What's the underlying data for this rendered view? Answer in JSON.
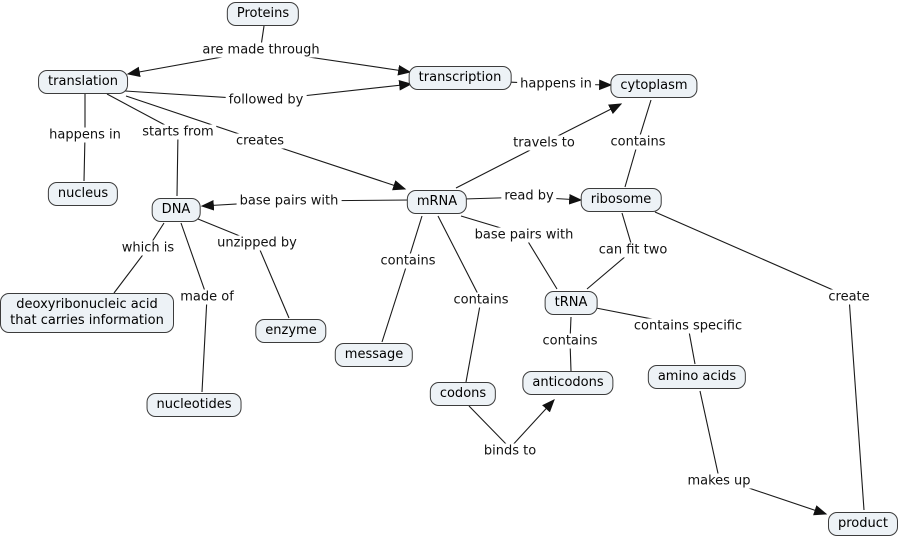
{
  "diagram": {
    "type": "concept-map",
    "colors": {
      "node_fill": "#edf2f6",
      "node_border": "#3c3c3c",
      "line": "#1a1a1a",
      "background": "#ffffff"
    },
    "nodes": [
      {
        "id": "proteins",
        "label": "Proteins"
      },
      {
        "id": "translation",
        "label": "translation"
      },
      {
        "id": "transcription",
        "label": "transcription"
      },
      {
        "id": "cytoplasm",
        "label": "cytoplasm"
      },
      {
        "id": "nucleus",
        "label": "nucleus"
      },
      {
        "id": "dna",
        "label": "DNA"
      },
      {
        "id": "mrna",
        "label": "mRNA"
      },
      {
        "id": "ribosome",
        "label": "ribosome"
      },
      {
        "id": "deoxyribonucleic-acid",
        "label": "deoxyribonucleic acid that carries information"
      },
      {
        "id": "enzyme",
        "label": "enzyme"
      },
      {
        "id": "nucleotides",
        "label": "nucleotides"
      },
      {
        "id": "message",
        "label": "message"
      },
      {
        "id": "codons",
        "label": "codons"
      },
      {
        "id": "trna",
        "label": "tRNA"
      },
      {
        "id": "anticodons",
        "label": "anticodons"
      },
      {
        "id": "amino-acids",
        "label": "amino acids"
      },
      {
        "id": "product",
        "label": "product"
      }
    ],
    "edges": [
      {
        "from": "Proteins",
        "to": "translation, transcription",
        "label": "are made through",
        "arrow": true
      },
      {
        "from": "translation",
        "to": "transcription",
        "label": "followed by",
        "arrow": true
      },
      {
        "from": "transcription",
        "to": "cytoplasm",
        "label": "happens in",
        "arrow": true
      },
      {
        "from": "translation",
        "to": "nucleus",
        "label": "happens in",
        "arrow": false
      },
      {
        "from": "translation",
        "to": "DNA",
        "label": "starts from",
        "arrow": false
      },
      {
        "from": "translation",
        "to": "mRNA",
        "label": "creates",
        "arrow": true
      },
      {
        "from": "mRNA",
        "to": "cytoplasm",
        "label": "travels to",
        "arrow": true
      },
      {
        "from": "cytoplasm",
        "to": "ribosome",
        "label": "contains",
        "arrow": false
      },
      {
        "from": "mRNA",
        "to": "DNA",
        "label": "base pairs with",
        "arrow": true
      },
      {
        "from": "mRNA",
        "to": "ribosome",
        "label": "read by",
        "arrow": true
      },
      {
        "from": "mRNA",
        "to": "tRNA",
        "label": "base pairs with",
        "arrow": false
      },
      {
        "from": "ribosome",
        "to": "tRNA",
        "label": "can fit two",
        "arrow": false
      },
      {
        "from": "DNA",
        "to": "deoxyribonucleic acid that carries information",
        "label": "which is",
        "arrow": false
      },
      {
        "from": "DNA",
        "to": "enzyme",
        "label": "unzipped by",
        "arrow": false
      },
      {
        "from": "DNA",
        "to": "nucleotides",
        "label": "made of",
        "arrow": false
      },
      {
        "from": "mRNA",
        "to": "message",
        "label": "contains",
        "arrow": false
      },
      {
        "from": "mRNA",
        "to": "codons",
        "label": "contains",
        "arrow": false
      },
      {
        "from": "tRNA",
        "to": "anticodons",
        "label": "contains",
        "arrow": false
      },
      {
        "from": "codons",
        "to": "anticodons",
        "label": "binds to",
        "arrow": true
      },
      {
        "from": "tRNA",
        "to": "amino acids",
        "label": "contains specific",
        "arrow": false
      },
      {
        "from": "amino acids",
        "to": "product",
        "label": "makes up",
        "arrow": true
      },
      {
        "from": "ribosome",
        "to": "product",
        "label": "create",
        "arrow": false
      }
    ]
  }
}
